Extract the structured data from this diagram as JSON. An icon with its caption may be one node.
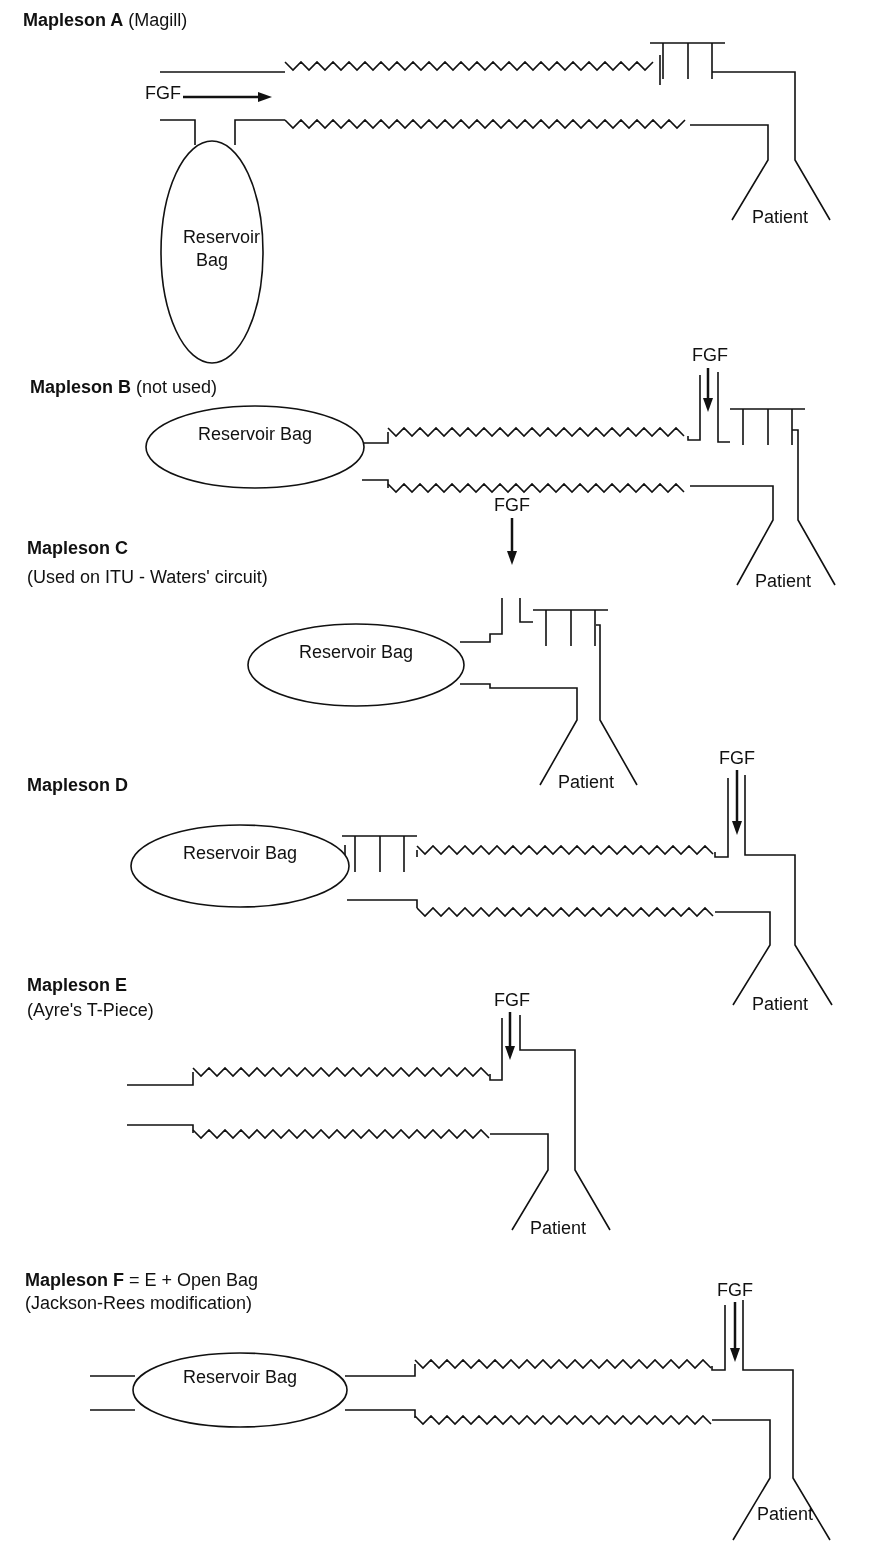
{
  "diagram": {
    "nodes": [
      {
        "text": [
          "Reservoir Bag"
        ]
      },
      {
        "text": [
          "Reservoir Bag"
        ]
      },
      {
        "text": [
          "Reservoir Bag"
        ]
      },
      {
        "text": [
          "Reservoir Bag"
        ]
      },
      {
        "text": [
          "Reservoir Bag"
        ]
      }
    ],
    "labels": [
      "**Mapleson A** (Magill)",
      "FGF",
      "Patient",
      "FGF",
      "**Mapleson B** (not used)",
      "Patient",
      "Mapleson C",
      "(Used on ITU - Waters' circuit)",
      "FGF",
      "Patient",
      "Mapleson D",
      "FGF",
      "Patient",
      "Mapleson E",
      "(Ayre's T-Piece)",
      "FGF",
      "Patient",
      "**Mapleson F** = E + Open Bag",
      "(Jackson-Rees modification)",
      "FGF",
      "Patient"
    ]
  }
}
